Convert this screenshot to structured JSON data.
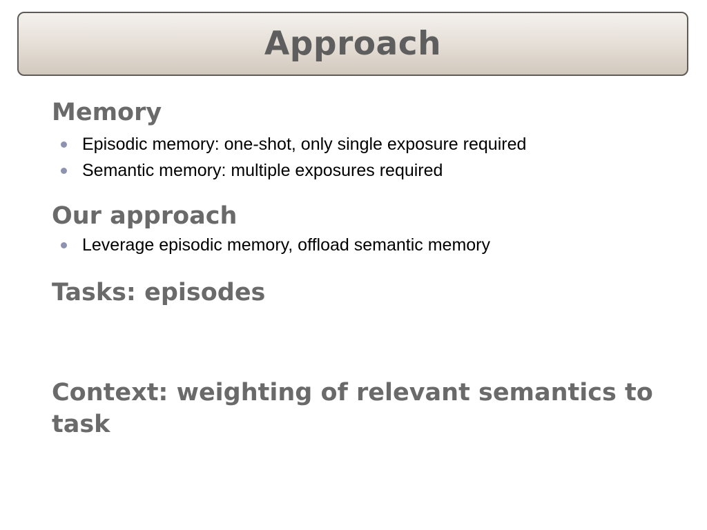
{
  "slide": {
    "title": "Approach",
    "sections": {
      "memory": {
        "heading": "Memory",
        "bullets": [
          "Episodic memory: one-shot, only single exposure required",
          "Semantic memory: multiple exposures required"
        ]
      },
      "our_approach": {
        "heading": "Our approach",
        "bullets": [
          "Leverage episodic memory, offload semantic memory"
        ]
      },
      "tasks": {
        "heading": "Tasks: episodes"
      },
      "context": {
        "heading": "Context: weighting of relevant semantics to task"
      }
    }
  },
  "colors": {
    "title_text": "#5e5e5e",
    "heading_text": "#6a6a6a",
    "bullet_dot": "#8d92b1",
    "title_border": "#5e5a55"
  }
}
